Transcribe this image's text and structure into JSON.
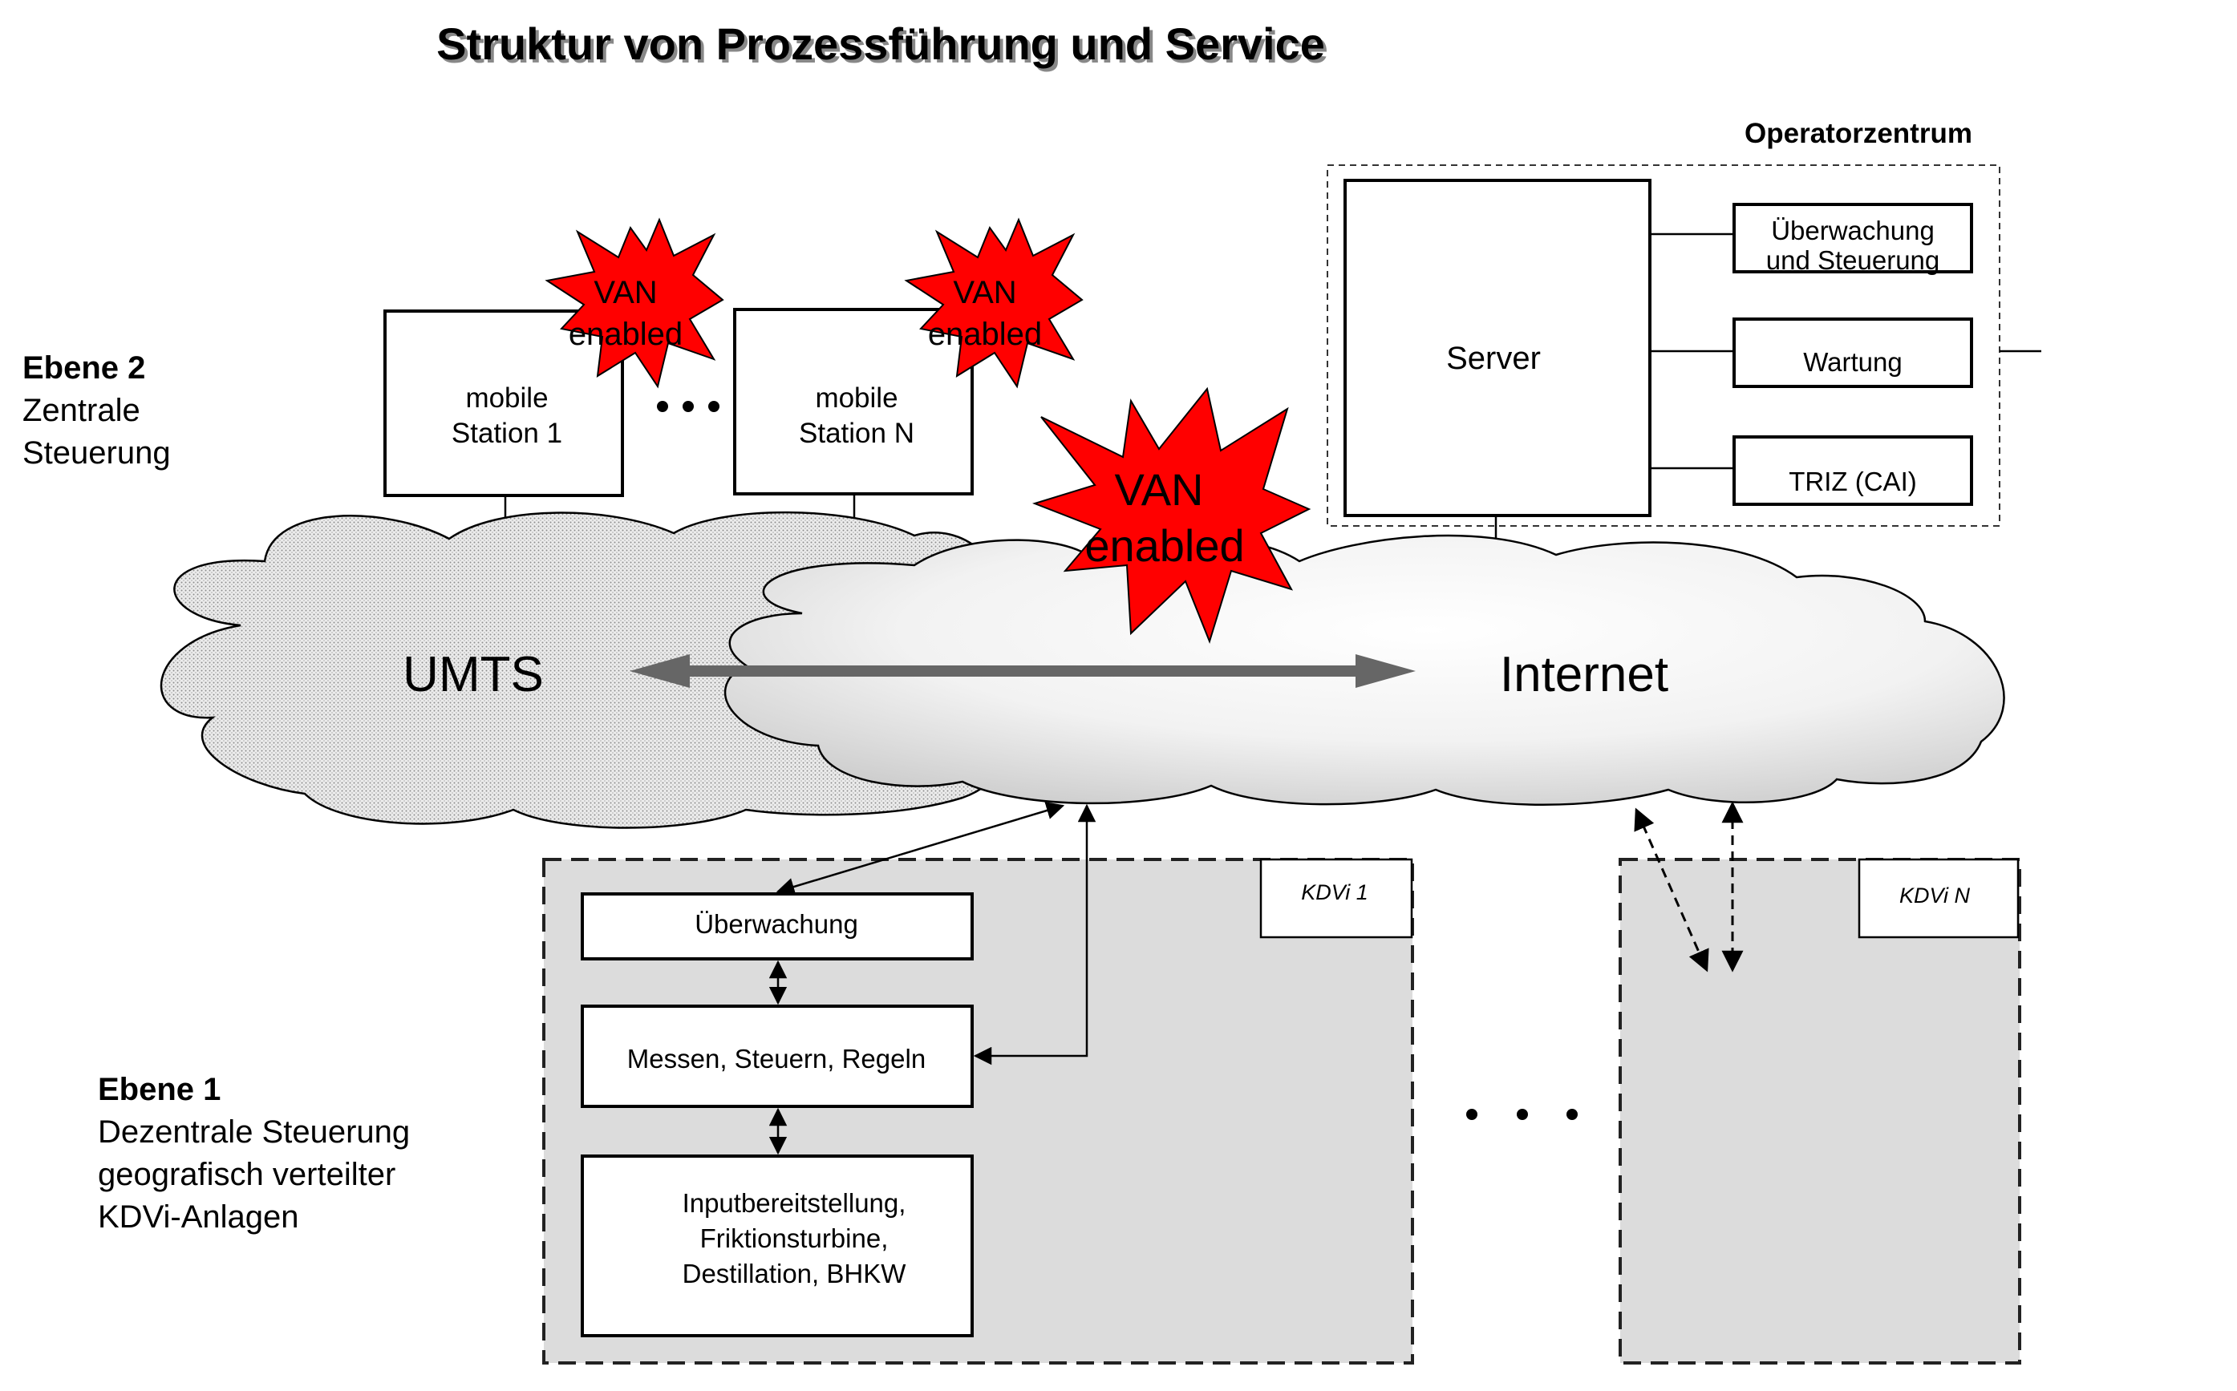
{
  "title": "Struktur von Prozessführung und Service",
  "levels": {
    "ebene2": {
      "title": "Ebene 2",
      "lines": [
        "Zentrale",
        "Steuerung"
      ]
    },
    "ebene1": {
      "title": "Ebene 1",
      "lines": [
        "Dezentrale Steuerung",
        "geografisch verteilter",
        "KDVi-Anlagen"
      ]
    }
  },
  "mobile_stations": [
    {
      "lines": [
        "mobile",
        "Station 1"
      ]
    },
    {
      "lines": [
        "mobile",
        "Station N"
      ]
    }
  ],
  "van_badge": {
    "lines": [
      "VAN",
      "enabled"
    ]
  },
  "clouds": {
    "umts": "UMTS",
    "internet": "Internet"
  },
  "operator_center": {
    "label": "Operatorzentrum",
    "server": "Server",
    "services": [
      {
        "lines": [
          "Überwachung",
          "und Steuerung"
        ]
      },
      {
        "lines": [
          "Wartung"
        ]
      },
      {
        "lines": [
          "TRIZ (CAI)"
        ]
      }
    ]
  },
  "kdvi_1": {
    "tag": "KDVi 1",
    "modules": {
      "ueberwachung": "Überwachung",
      "msr": "Messen, Steuern, Regeln",
      "input_lines": [
        "Inputbereitstellung,",
        "Friktionsturbine,",
        "Destillation, BHKW"
      ]
    }
  },
  "kdvi_n": {
    "tag": "KDVi N"
  },
  "ellipsis": "• • •",
  "colors": {
    "star": "#ff0000",
    "kdvi_fill": "#dcdcdc",
    "arrow": "#666666"
  }
}
